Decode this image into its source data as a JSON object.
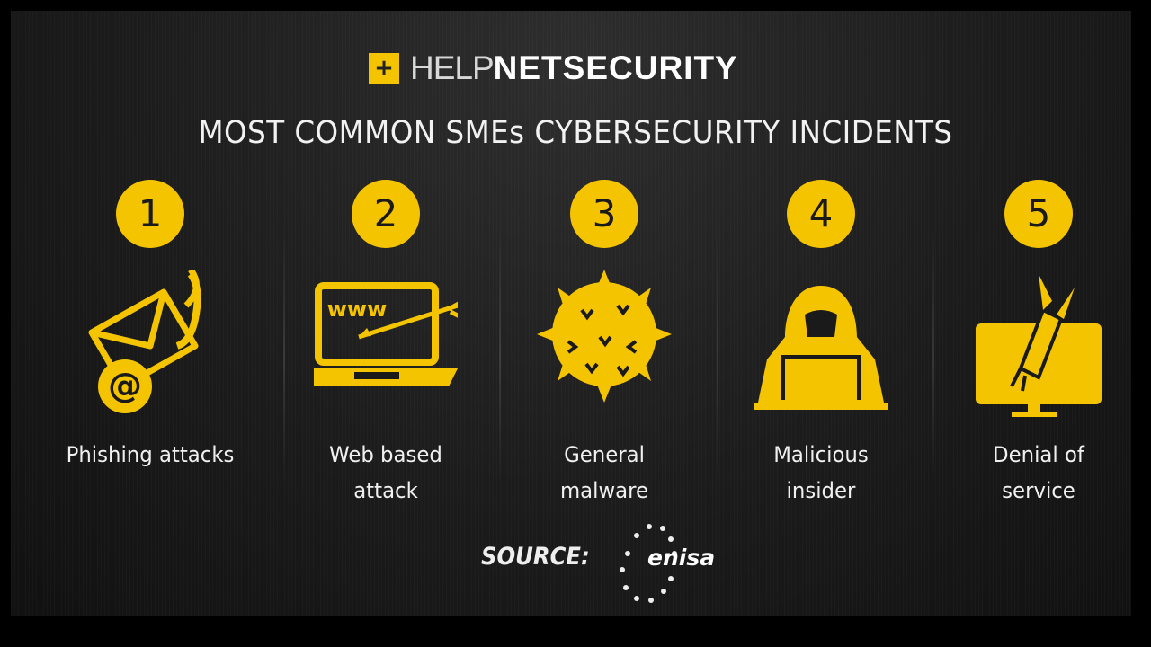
{
  "brand": {
    "logo_help": "HELP",
    "logo_net": "NETSECURITY",
    "logo_mark": "+"
  },
  "title": "MOST COMMON SMEs CYBERSECURITY INCIDENTS",
  "items": [
    {
      "rank": "1",
      "label_lines": [
        "Phishing attacks"
      ],
      "icon": "envelope-hook-icon"
    },
    {
      "rank": "2",
      "label_lines": [
        "Web based",
        "attack"
      ],
      "icon": "laptop-www-arrow-icon"
    },
    {
      "rank": "3",
      "label_lines": [
        "General",
        "malware"
      ],
      "icon": "virus-icon"
    },
    {
      "rank": "4",
      "label_lines": [
        "Malicious",
        "insider"
      ],
      "icon": "hooded-hacker-icon"
    },
    {
      "rank": "5",
      "label_lines": [
        "Denial of",
        "service"
      ],
      "icon": "monitor-bomb-icon"
    }
  ],
  "footer": {
    "source_label": "SOURCE:",
    "source_name": "enisa",
    "laptop_text": "www",
    "at_sign": "@"
  },
  "colors": {
    "accent": "#f5c400",
    "background": "#1a1a1a",
    "text": "#f0f0f0"
  }
}
